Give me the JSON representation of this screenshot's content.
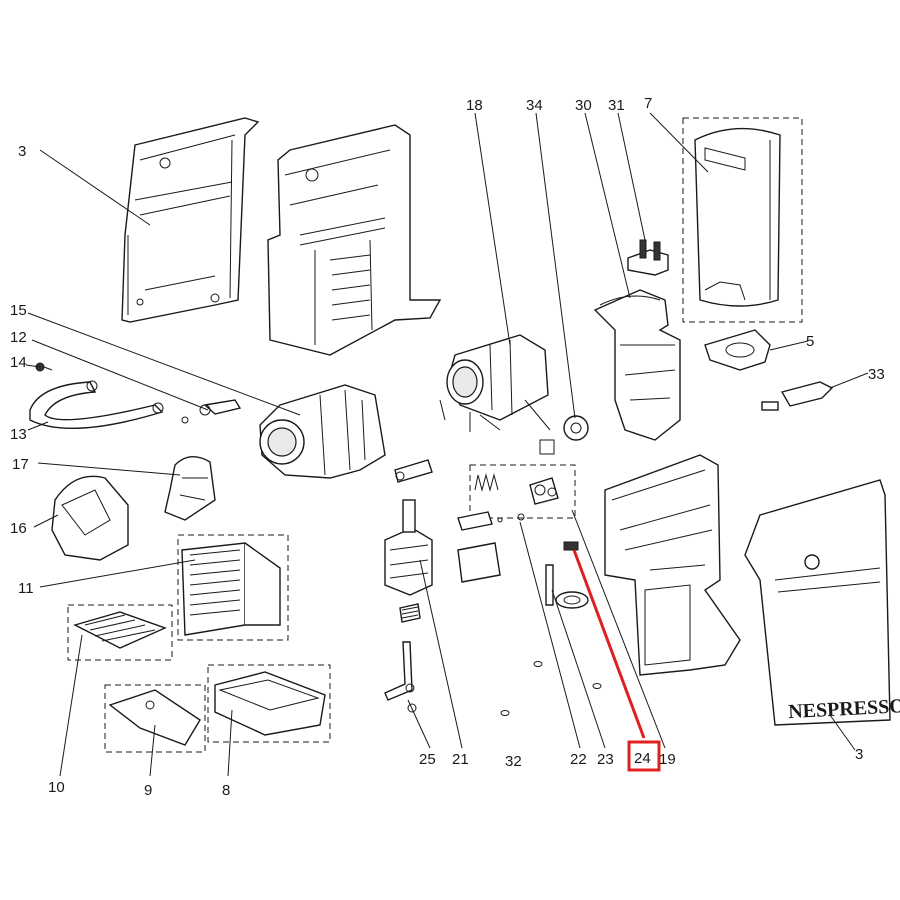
{
  "diagram": {
    "brand_text": "NESPRESSO",
    "highlight_color": "#e02020",
    "line_color": "#1a1a1a",
    "highlighted_label": "24",
    "labels": {
      "l3a": "3",
      "l15": "15",
      "l12": "12",
      "l14": "14",
      "l13": "13",
      "l17": "17",
      "l16": "16",
      "l11": "11",
      "l10": "10",
      "l9": "9",
      "l8": "8",
      "l25": "25",
      "l21": "21",
      "l32": "32",
      "l22": "22",
      "l23": "23",
      "l24": "24",
      "l19": "19",
      "l18": "18",
      "l34": "34",
      "l30": "30",
      "l31": "31",
      "l7": "7",
      "l5": "5",
      "l33": "33",
      "l3b": "3"
    }
  }
}
